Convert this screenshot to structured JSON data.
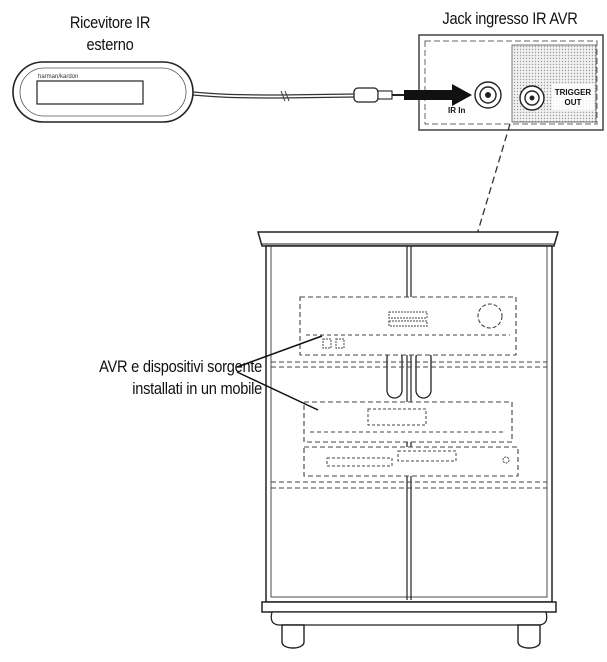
{
  "labels": {
    "receiver_line1": "Ricevitore IR",
    "receiver_line2": "esterno",
    "jack_title": "Jack ingresso IR AVR",
    "avr_line1": "AVR e dispositivi sorgente",
    "avr_line2": "installati in un mobile"
  },
  "device": {
    "brand_text": "harman/kardon",
    "ir_in_label": "IR In",
    "trigger_line1": "TRIGGER",
    "trigger_line2": "OUT"
  }
}
